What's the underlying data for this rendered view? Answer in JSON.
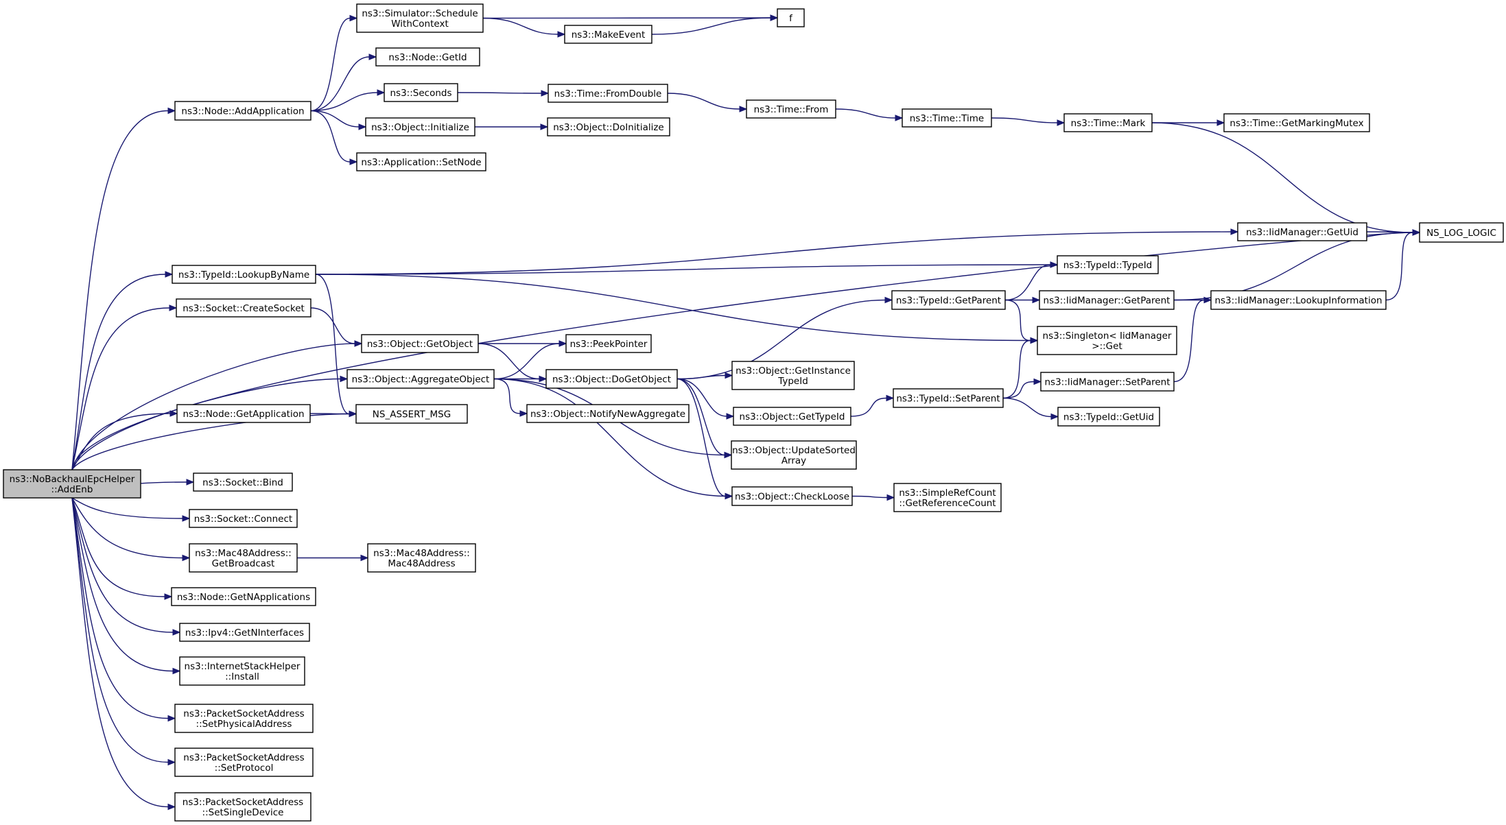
{
  "diagram": {
    "nodes": [
      {
        "id": "root",
        "lines": [
          "ns3::NoBackhaulEpcHelper",
          "::AddEnb"
        ],
        "root": true
      },
      {
        "id": "addapp",
        "lines": [
          "ns3::Node::AddApplication"
        ]
      },
      {
        "id": "schedctx",
        "lines": [
          "ns3::Simulator::Schedule",
          "WithContext"
        ]
      },
      {
        "id": "f",
        "lines": [
          "f"
        ]
      },
      {
        "id": "makeevent",
        "lines": [
          "ns3::MakeEvent"
        ]
      },
      {
        "id": "getid",
        "lines": [
          "ns3::Node::GetId"
        ]
      },
      {
        "id": "seconds",
        "lines": [
          "ns3::Seconds"
        ]
      },
      {
        "id": "fromdouble",
        "lines": [
          "ns3::Time::FromDouble"
        ]
      },
      {
        "id": "timefrom",
        "lines": [
          "ns3::Time::From"
        ]
      },
      {
        "id": "timetime",
        "lines": [
          "ns3::Time::Time"
        ]
      },
      {
        "id": "timemark",
        "lines": [
          "ns3::Time::Mark"
        ]
      },
      {
        "id": "markmutex",
        "lines": [
          "ns3::Time::GetMarkingMutex"
        ]
      },
      {
        "id": "objinit",
        "lines": [
          "ns3::Object::Initialize"
        ]
      },
      {
        "id": "doinit",
        "lines": [
          "ns3::Object::DoInitialize"
        ]
      },
      {
        "id": "setnode",
        "lines": [
          "ns3::Application::SetNode"
        ]
      },
      {
        "id": "nslog",
        "lines": [
          "NS_LOG_LOGIC"
        ]
      },
      {
        "id": "lookupbyname",
        "lines": [
          "ns3::TypeId::LookupByName"
        ]
      },
      {
        "id": "iidgetuid",
        "lines": [
          "ns3::IidManager::GetUid"
        ]
      },
      {
        "id": "typeidtypeid",
        "lines": [
          "ns3::TypeId::TypeId"
        ]
      },
      {
        "id": "createsocket",
        "lines": [
          "ns3::Socket::CreateSocket"
        ]
      },
      {
        "id": "getobject",
        "lines": [
          "ns3::Object::GetObject"
        ]
      },
      {
        "id": "peekpointer",
        "lines": [
          "ns3::PeekPointer"
        ]
      },
      {
        "id": "aggregate",
        "lines": [
          "ns3::Object::AggregateObject"
        ]
      },
      {
        "id": "dogetobject",
        "lines": [
          "ns3::Object::DoGetObject"
        ]
      },
      {
        "id": "notifynew",
        "lines": [
          "ns3::Object::NotifyNewAggregate"
        ]
      },
      {
        "id": "getinstance",
        "lines": [
          "ns3::Object::GetInstance",
          "TypeId"
        ]
      },
      {
        "id": "gettypeid",
        "lines": [
          "ns3::Object::GetTypeId"
        ]
      },
      {
        "id": "updatesorted",
        "lines": [
          "ns3::Object::UpdateSorted",
          "Array"
        ]
      },
      {
        "id": "checkloose",
        "lines": [
          "ns3::Object::CheckLoose"
        ]
      },
      {
        "id": "simplerefcount",
        "lines": [
          "ns3::SimpleRefCount",
          "::GetReferenceCount"
        ]
      },
      {
        "id": "getparent",
        "lines": [
          "ns3::TypeId::GetParent"
        ]
      },
      {
        "id": "iidgetparent",
        "lines": [
          "ns3::IidManager::GetParent"
        ]
      },
      {
        "id": "lookupinfo",
        "lines": [
          "ns3::IidManager::LookupInformation"
        ]
      },
      {
        "id": "singleton",
        "lines": [
          "ns3::Singleton< IidManager",
          " >::Get"
        ]
      },
      {
        "id": "setparent",
        "lines": [
          "ns3::TypeId::SetParent"
        ]
      },
      {
        "id": "iidsetparent",
        "lines": [
          "ns3::IidManager::SetParent"
        ]
      },
      {
        "id": "typeidgetuid",
        "lines": [
          "ns3::TypeId::GetUid"
        ]
      },
      {
        "id": "getapplication",
        "lines": [
          "ns3::Node::GetApplication"
        ]
      },
      {
        "id": "assertmsg",
        "lines": [
          "NS_ASSERT_MSG"
        ]
      },
      {
        "id": "bind",
        "lines": [
          "ns3::Socket::Bind"
        ]
      },
      {
        "id": "connect",
        "lines": [
          "ns3::Socket::Connect"
        ]
      },
      {
        "id": "getbroadcast",
        "lines": [
          "ns3::Mac48Address::",
          "GetBroadcast"
        ]
      },
      {
        "id": "mac48ctor",
        "lines": [
          "ns3::Mac48Address::",
          "Mac48Address"
        ]
      },
      {
        "id": "getnapps",
        "lines": [
          "ns3::Node::GetNApplications"
        ]
      },
      {
        "id": "getninterfaces",
        "lines": [
          "ns3::Ipv4::GetNInterfaces"
        ]
      },
      {
        "id": "install",
        "lines": [
          "ns3::InternetStackHelper",
          "::Install"
        ]
      },
      {
        "id": "setphys",
        "lines": [
          "ns3::PacketSocketAddress",
          "::SetPhysicalAddress"
        ]
      },
      {
        "id": "setproto",
        "lines": [
          "ns3::PacketSocketAddress",
          "::SetProtocol"
        ]
      },
      {
        "id": "setsingle",
        "lines": [
          "ns3::PacketSocketAddress",
          "::SetSingleDevice"
        ]
      }
    ],
    "edges": [
      [
        "root",
        "addapp"
      ],
      [
        "root",
        "nslog"
      ],
      [
        "root",
        "lookupbyname"
      ],
      [
        "root",
        "createsocket"
      ],
      [
        "root",
        "getobject"
      ],
      [
        "root",
        "aggregate"
      ],
      [
        "root",
        "getapplication"
      ],
      [
        "root",
        "assertmsg"
      ],
      [
        "root",
        "bind"
      ],
      [
        "root",
        "connect"
      ],
      [
        "root",
        "getbroadcast"
      ],
      [
        "root",
        "getnapps"
      ],
      [
        "root",
        "getninterfaces"
      ],
      [
        "root",
        "install"
      ],
      [
        "root",
        "setphys"
      ],
      [
        "root",
        "setproto"
      ],
      [
        "root",
        "setsingle"
      ],
      [
        "addapp",
        "schedctx"
      ],
      [
        "addapp",
        "getid"
      ],
      [
        "addapp",
        "seconds"
      ],
      [
        "addapp",
        "objinit"
      ],
      [
        "addapp",
        "setnode"
      ],
      [
        "schedctx",
        "f"
      ],
      [
        "schedctx",
        "makeevent"
      ],
      [
        "makeevent",
        "f"
      ],
      [
        "seconds",
        "fromdouble"
      ],
      [
        "fromdouble",
        "timefrom"
      ],
      [
        "timefrom",
        "timetime"
      ],
      [
        "timetime",
        "timemark"
      ],
      [
        "timemark",
        "markmutex"
      ],
      [
        "timemark",
        "nslog"
      ],
      [
        "objinit",
        "doinit"
      ],
      [
        "lookupbyname",
        "iidgetuid"
      ],
      [
        "lookupbyname",
        "typeidtypeid"
      ],
      [
        "lookupbyname",
        "singleton"
      ],
      [
        "lookupbyname",
        "assertmsg"
      ],
      [
        "iidgetuid",
        "nslog"
      ],
      [
        "createsocket",
        "getobject"
      ],
      [
        "getobject",
        "peekpointer"
      ],
      [
        "getobject",
        "dogetobject"
      ],
      [
        "aggregate",
        "peekpointer"
      ],
      [
        "aggregate",
        "dogetobject"
      ],
      [
        "aggregate",
        "notifynew"
      ],
      [
        "aggregate",
        "updatesorted"
      ],
      [
        "aggregate",
        "checkloose"
      ],
      [
        "dogetobject",
        "getparent"
      ],
      [
        "dogetobject",
        "getinstance"
      ],
      [
        "dogetobject",
        "gettypeid"
      ],
      [
        "dogetobject",
        "updatesorted"
      ],
      [
        "dogetobject",
        "checkloose"
      ],
      [
        "checkloose",
        "simplerefcount"
      ],
      [
        "getparent",
        "typeidtypeid"
      ],
      [
        "getparent",
        "iidgetparent"
      ],
      [
        "getparent",
        "singleton"
      ],
      [
        "iidgetparent",
        "nslog"
      ],
      [
        "iidgetparent",
        "lookupinfo"
      ],
      [
        "lookupinfo",
        "nslog"
      ],
      [
        "gettypeid",
        "setparent"
      ],
      [
        "setparent",
        "singleton"
      ],
      [
        "setparent",
        "iidsetparent"
      ],
      [
        "setparent",
        "typeidgetuid"
      ],
      [
        "iidsetparent",
        "lookupinfo"
      ],
      [
        "getapplication",
        "assertmsg"
      ],
      [
        "getbroadcast",
        "mac48ctor"
      ]
    ]
  }
}
